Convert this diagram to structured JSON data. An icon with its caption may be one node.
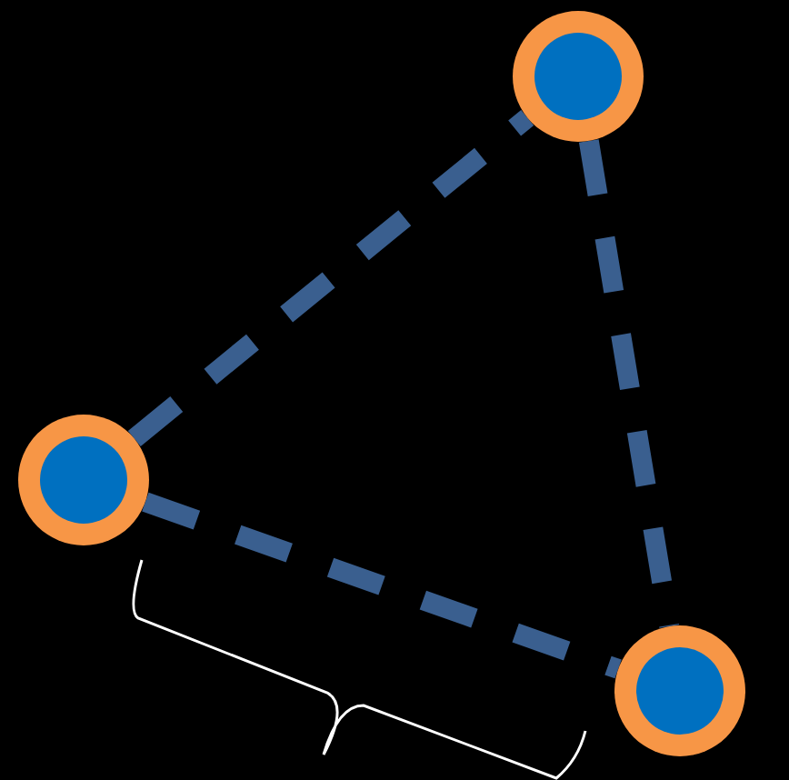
{
  "diagram": {
    "nodes": [
      {
        "text": [],
        "shape": "circle"
      },
      {
        "text": [],
        "shape": "circle"
      },
      {
        "text": [],
        "shape": "circle"
      }
    ],
    "edges": [
      {
        "from": 0,
        "to": 1,
        "arrow": "none",
        "style": "dashed"
      },
      {
        "from": 1,
        "to": 2,
        "arrow": "none",
        "style": "dashed"
      },
      {
        "from": 0,
        "to": 2,
        "arrow": "none",
        "style": "dashed"
      }
    ]
  }
}
